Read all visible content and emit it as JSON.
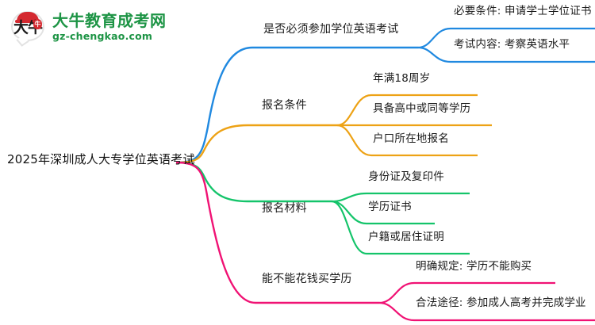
{
  "watermark": {
    "logo_glyph": "大牛",
    "logo_badge": "牛",
    "title": "大牛教育成考网",
    "subtitle": "gz-chengkao.com",
    "brand_green": "#16913f",
    "brand_red": "#d3232a"
  },
  "mindmap": {
    "root": {
      "label": "2025年深圳成人大专学位英语考试"
    },
    "branches": [
      {
        "label": "是否必须参加学位英语考试",
        "color": "#2089e0",
        "children": [
          {
            "label": "必要条件: 申请学士学位证书"
          },
          {
            "label": "考试内容: 考察英语水平"
          }
        ]
      },
      {
        "label": "报名条件",
        "color": "#eda215",
        "children": [
          {
            "label": "年满18周岁"
          },
          {
            "label": "具备高中或同等学历"
          },
          {
            "label": "户口所在地报名"
          }
        ]
      },
      {
        "label": "报名材料",
        "color": "#14c46a",
        "children": [
          {
            "label": "身份证及复印件"
          },
          {
            "label": "学历证书"
          },
          {
            "label": "户籍或居住证明"
          }
        ]
      },
      {
        "label": "能不能花钱买学历",
        "color": "#f01274",
        "children": [
          {
            "label": "明确规定: 学历不能购买"
          },
          {
            "label": "合法途径: 参加成人高考并完成学业"
          }
        ]
      }
    ]
  }
}
